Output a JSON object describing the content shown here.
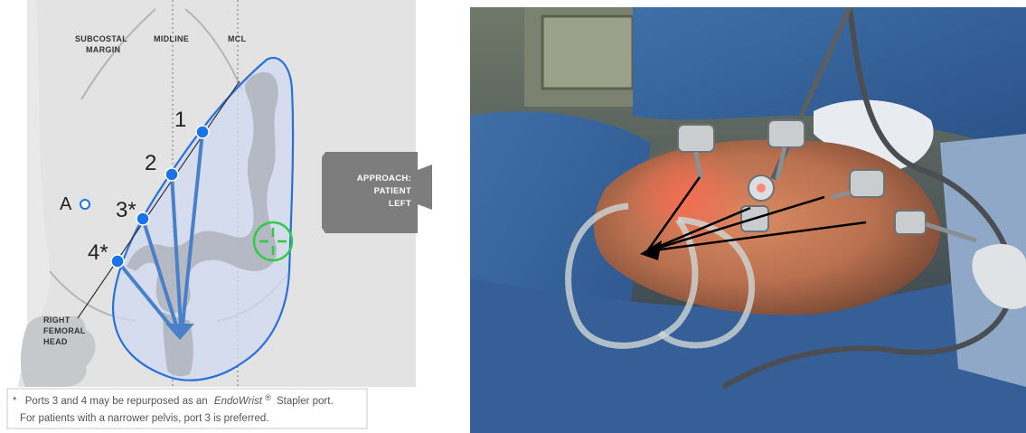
{
  "diagram": {
    "labels": {
      "subcostal_line1": "SUBCOSTAL",
      "subcostal_line2": "MARGIN",
      "midline": "MIDLINE",
      "mcl": "MCL",
      "femoral_line1": "RIGHT",
      "femoral_line2": "FEMORAL",
      "femoral_line3": "HEAD",
      "port_a": "A"
    },
    "ports": [
      {
        "label": "1"
      },
      {
        "label": "2"
      },
      {
        "label": "3*"
      },
      {
        "label": "4*"
      }
    ],
    "approach": {
      "line1": "APPROACH:",
      "line2": "PATIENT",
      "line3": "LEFT"
    },
    "footnote": {
      "star": "*",
      "line1_pre": "Ports 3 and 4 may be repurposed as an",
      "line1_italic": "EndoWrist",
      "line1_reg": "®",
      "line1_post": "Stapler port.",
      "line2": "For patients with a narrower pelvis, port 3 is preferred."
    },
    "colors": {
      "background": "#e9e9e9",
      "port_blue": "#1a73e8",
      "outline_blue": "#2a6fdb",
      "target_green": "#2ecc40",
      "colon_gray": "#a9adb5"
    }
  },
  "photo": {
    "description_icon": "surgical-field-photo"
  }
}
